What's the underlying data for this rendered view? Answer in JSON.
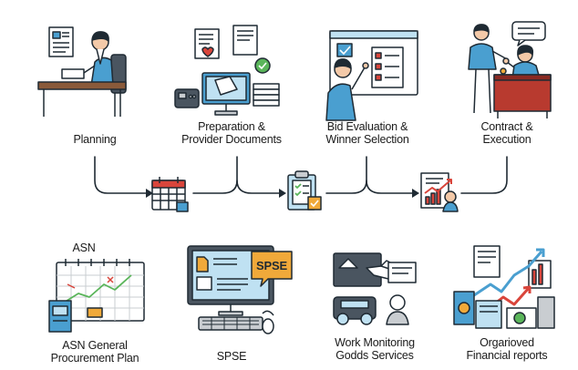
{
  "top_steps": [
    {
      "lines": [
        "Planning"
      ]
    },
    {
      "lines": [
        "Preparation &",
        "Provider Documents"
      ]
    },
    {
      "lines": [
        "Bid Evaluation &",
        "Winner Selection"
      ]
    },
    {
      "lines": [
        "Contract &",
        "Execution"
      ]
    }
  ],
  "bottom_items": [
    {
      "heading": "ASN",
      "lines": [
        "ASN General",
        "Procurement Plan"
      ]
    },
    {
      "lines": [
        "SPSE"
      ]
    },
    {
      "lines": [
        "Work Monitoring",
        "Godds Services"
      ]
    },
    {
      "lines": [
        "Orgarioved",
        "Financial reports"
      ]
    }
  ],
  "spse_badge": "SPSE",
  "colors": {
    "outline": "#1f2a33",
    "blue": "#4a9fd0",
    "light_blue": "#bfe1f2",
    "red": "#d9453b",
    "orange": "#f0a93a",
    "green": "#5ab55a",
    "desk_brown": "#8a5a3a",
    "gray": "#c9cdd1"
  },
  "icons": {
    "planning": "person-at-desk-icon",
    "preparation": "computer-documents-icon",
    "evaluation": "person-at-board-icon",
    "contract": "handshake-meeting-icon",
    "calendar": "calendar-icon",
    "clipboard": "checklist-clipboard-icon",
    "report": "growth-report-icon",
    "asn": "procurement-calendar-icon",
    "spse": "spse-monitor-icon",
    "monitoring": "monitoring-handshake-icon",
    "financial": "financial-reports-icon"
  }
}
